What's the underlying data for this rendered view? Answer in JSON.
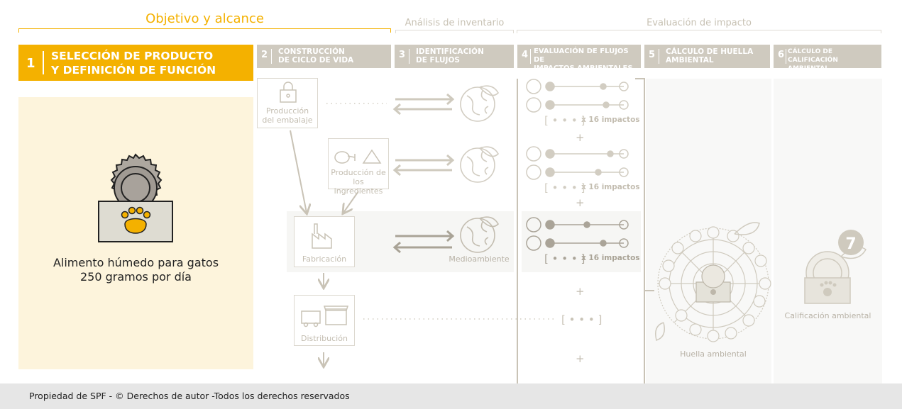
{
  "phases": {
    "goal": "Objetivo y alcance",
    "inventory": "Análisis de inventario",
    "impact": "Evaluación de impacto"
  },
  "steps": [
    {
      "num": "1",
      "label": "SELECCIÓN DE PRODUCTO\nY DEFINICIÓN DE FUNCIÓN"
    },
    {
      "num": "2",
      "label": "CONSTRUCCIÓN\nDE CICLO DE VIDA"
    },
    {
      "num": "3",
      "label": "IDENTIFICACIÓN\nDE FLUJOS"
    },
    {
      "num": "4",
      "label": "EVALUACIÓN DE FLUJOS DE\nIMPACTOS AMBIENTALES"
    },
    {
      "num": "5",
      "label": "CÁLCULO DE HUELLA\nAMBIENTAL"
    },
    {
      "num": "6",
      "label": "CÁLCULO DE CALIFICACIÓN\nAMBIENTAL"
    }
  ],
  "product": {
    "line1": "Alimento húmedo para gatos",
    "line2": "250 gramos por día"
  },
  "lifecycle": {
    "packaging": "Producción\ndel embalaje",
    "ingredients": "Producción de\nlos ingredientes",
    "manufacturing": "Fabricación",
    "distribution": "Distribución",
    "environment": "Medioambiente"
  },
  "impacts": {
    "label": "x 16 impactos",
    "dots": "[ • • • ]"
  },
  "results": {
    "footprint": "Huella ambiental",
    "score": "Calificación ambiental",
    "score_value": "7"
  },
  "footer": "Propiedad de SPF - © Derechos de autor -Todos los derechos reservados",
  "colors": {
    "accent": "#f4b100",
    "step_grey": "#cfcabf",
    "panel_bg": "#fdf4dc",
    "faded": "#c8c2b4"
  }
}
